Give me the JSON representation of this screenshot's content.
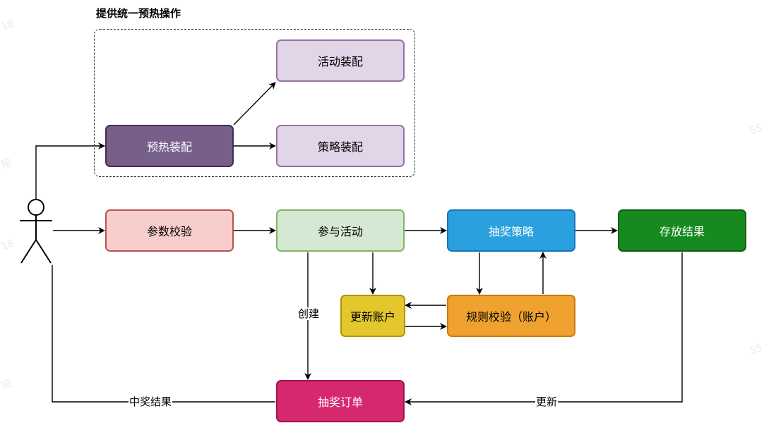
{
  "group": {
    "title": "提供统一预热操作"
  },
  "nodes": {
    "preheat": {
      "label": "预热装配"
    },
    "activity": {
      "label": "活动装配"
    },
    "strategy": {
      "label": "策略装配"
    },
    "params": {
      "label": "参数校验"
    },
    "join": {
      "label": "参与活动"
    },
    "draw": {
      "label": "抽奖策略"
    },
    "store": {
      "label": "存放结果"
    },
    "account": {
      "label": "更新账户"
    },
    "rules": {
      "label": "规则校验（账户）"
    },
    "order": {
      "label": "抽奖订单"
    }
  },
  "edge_labels": {
    "create": "创建",
    "update": "更新",
    "win_result": "中奖结果"
  },
  "colors": {
    "preheat_fill": "#76608a",
    "preheat_stroke": "#432d57",
    "lavender_fill": "#e1d5e7",
    "lavender_stroke": "#9673a6",
    "pink_fill": "#f8cecc",
    "pink_stroke": "#b85450",
    "green_fill": "#d5e8d4",
    "green_stroke": "#82b366",
    "blue_fill": "#2ba0de",
    "blue_stroke": "#1a72b8",
    "darkgreen_fill": "#168a1e",
    "darkgreen_stroke": "#0d5e13",
    "yellow_fill": "#e3c72d",
    "yellow_stroke": "#b09500",
    "orange_fill": "#f0a230",
    "orange_stroke": "#c97a10",
    "magenta_fill": "#d6286f",
    "magenta_stroke": "#a3154f"
  }
}
